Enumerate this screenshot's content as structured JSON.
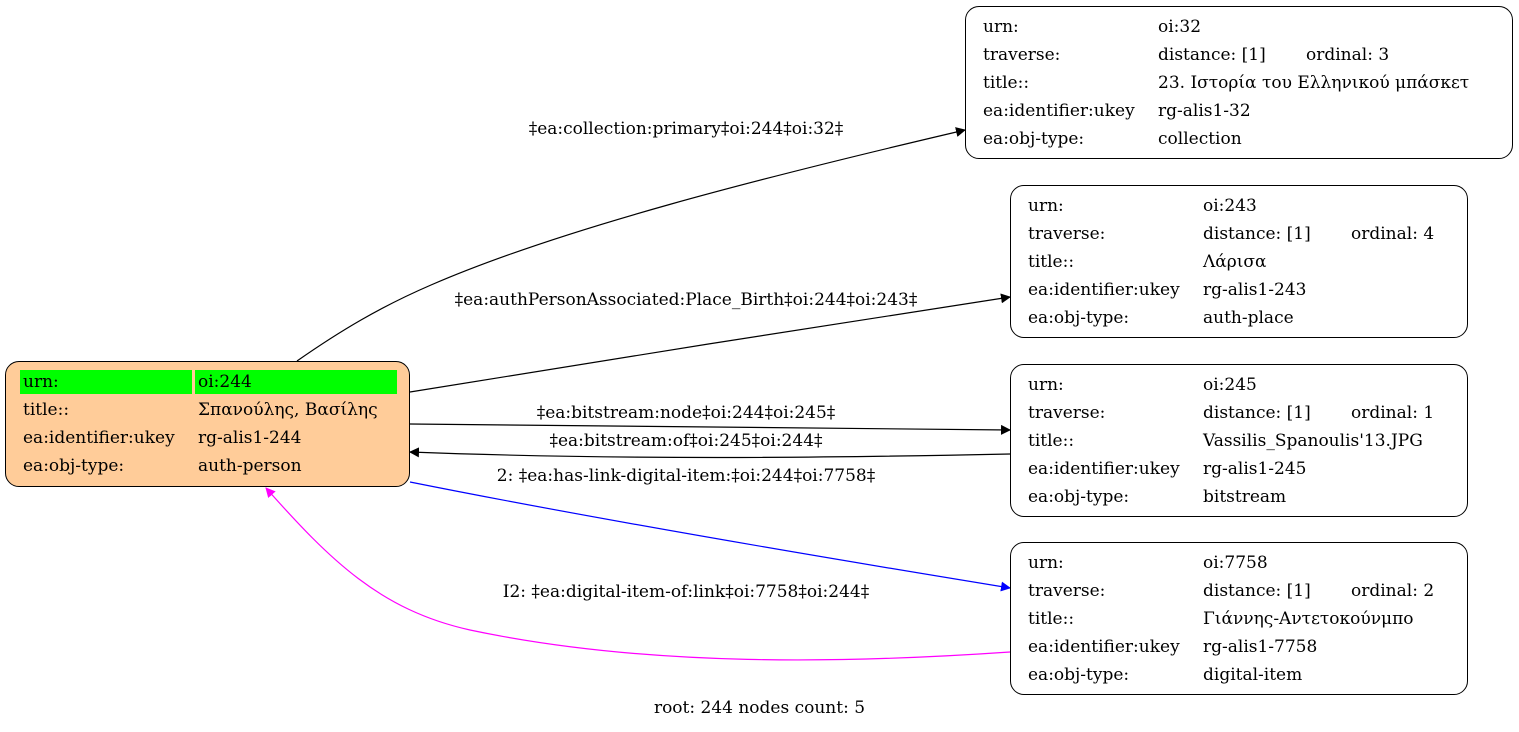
{
  "colors": {
    "root_fill": "#ffcc99",
    "highlight": "#00ff00",
    "edge_default": "#000000",
    "edge_link": "#0000ff",
    "edge_inverse": "#ff00ff"
  },
  "root_node": {
    "rows": [
      {
        "key": "urn:",
        "value": "oi:244"
      },
      {
        "key": "title::",
        "value": "Σπανούλης, Βασίλης"
      },
      {
        "key": "ea:identifier:ukey",
        "value": "rg-alis1-244"
      },
      {
        "key": "ea:obj-type:",
        "value": "auth-person"
      }
    ]
  },
  "nodes": [
    {
      "urn": "oi:32",
      "distance": "distance: [1]",
      "ordinal": "ordinal: 3",
      "title": "23. Ιστορία του Ελληνικού μπάσκετ",
      "ukey": "rg-alis1-32",
      "type": "collection"
    },
    {
      "urn": "oi:243",
      "distance": "distance: [1]",
      "ordinal": "ordinal: 4",
      "title": "Λάρισα",
      "ukey": "rg-alis1-243",
      "type": "auth-place"
    },
    {
      "urn": "oi:245",
      "distance": "distance: [1]",
      "ordinal": "ordinal: 1",
      "title": "Vassilis_Spanoulis'13.JPG",
      "ukey": "rg-alis1-245",
      "type": "bitstream"
    },
    {
      "urn": "oi:7758",
      "distance": "distance: [1]",
      "ordinal": "ordinal: 2",
      "title": "Γιάννης-Αντετοκούνμπο",
      "ukey": "rg-alis1-7758",
      "type": "digital-item"
    }
  ],
  "row_keys": {
    "urn": "urn:",
    "traverse": "traverse:",
    "title": "title::",
    "ukey": "ea:identifier:ukey",
    "type": "ea:obj-type:"
  },
  "edges": [
    {
      "label": "‡ea:collection:primary‡oi:244‡oi:32‡"
    },
    {
      "label": "‡ea:authPersonAssociated:Place_Birth‡oi:244‡oi:243‡"
    },
    {
      "label": "‡ea:bitstream:node‡oi:244‡oi:245‡"
    },
    {
      "label": "‡ea:bitstream:of‡oi:245‡oi:244‡"
    },
    {
      "label": "2: ‡ea:has-link-digital-item:‡oi:244‡oi:7758‡"
    },
    {
      "label": "I2: ‡ea:digital-item-of:link‡oi:7758‡oi:244‡"
    }
  ],
  "footer": "root: 244 nodes count: 5"
}
